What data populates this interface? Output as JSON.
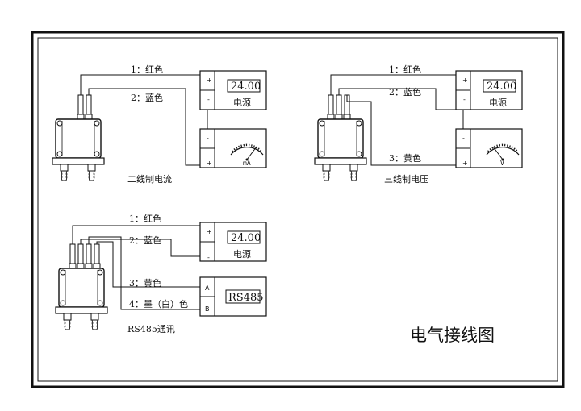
{
  "title": "电气接线图",
  "diagrams": [
    {
      "name": "二线制电流",
      "wires": [
        "1：红色",
        "2：蓝色"
      ],
      "power_display": "24.00",
      "power_label": "电源",
      "power_terminals": [
        "+",
        "-"
      ],
      "meter_unit": "mA",
      "meter_terminals": [
        "-",
        "+"
      ]
    },
    {
      "name": "三线制电压",
      "wires": [
        "1：红色",
        "2：蓝色",
        "3：黄色"
      ],
      "power_display": "24.00",
      "power_label": "电源",
      "power_terminals": [
        "+",
        "-"
      ],
      "meter_unit": "V",
      "meter_terminals": [
        "-",
        "+"
      ]
    },
    {
      "name": "RS485通讯",
      "wires": [
        "1：红色",
        "2：蓝色",
        "3：黄色",
        "4：墨（白）色"
      ],
      "power_display": "24.00",
      "power_label": "电源",
      "power_terminals": [
        "+",
        "-"
      ],
      "comm_display": "RS485",
      "comm_terminals": [
        "A",
        "B"
      ]
    }
  ]
}
